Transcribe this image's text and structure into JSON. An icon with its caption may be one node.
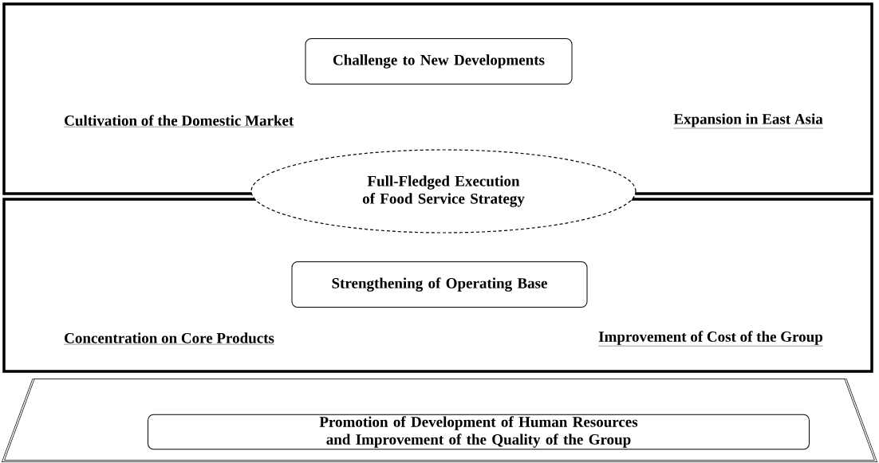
{
  "diagram": {
    "nodes": [
      {
        "text": [],
        "shape": "box"
      },
      {
        "text": [
          "Challenge to New Developments"
        ],
        "in": 0
      },
      {
        "text": [
          "Full-Fledged Execution of Food Service Strategy"
        ]
      },
      {
        "text": [],
        "shape": "box"
      },
      {
        "text": [
          "Strengthening of Operating Base"
        ],
        "in": 3
      },
      {
        "text": [],
        "shape": "trapezoid"
      },
      {
        "text": [
          "Promotion of Development of Human Resources and Improvement of the Quality of the Group"
        ],
        "in": 5
      }
    ],
    "labels": [
      "Cultivation of the Domestic Market",
      "Expansion in East Asia",
      "Concentration on Core Products",
      "Improvement of Cost of the Group"
    ]
  }
}
